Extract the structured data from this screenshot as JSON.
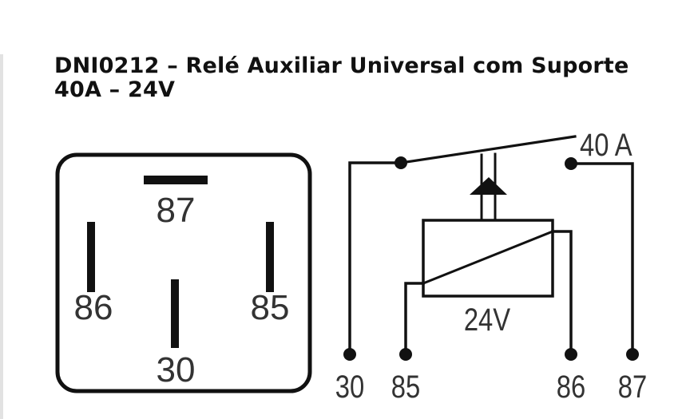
{
  "title": {
    "line1": "DNI0212 – Relé Auxiliar Universal com Suporte",
    "line2": "40A – 24V"
  },
  "relay_face": {
    "pins": [
      {
        "id": "87",
        "label": "87"
      },
      {
        "id": "86",
        "label": "86"
      },
      {
        "id": "85",
        "label": "85"
      },
      {
        "id": "30",
        "label": "30"
      }
    ]
  },
  "schematic": {
    "current_rating": "40 A",
    "coil_voltage": "24V",
    "terminals": [
      {
        "id": "30",
        "label": "30"
      },
      {
        "id": "85",
        "label": "85"
      },
      {
        "id": "86",
        "label": "86"
      },
      {
        "id": "87",
        "label": "87"
      }
    ]
  },
  "colors": {
    "line": "#111111",
    "text": "#333333",
    "title": "#111111"
  }
}
